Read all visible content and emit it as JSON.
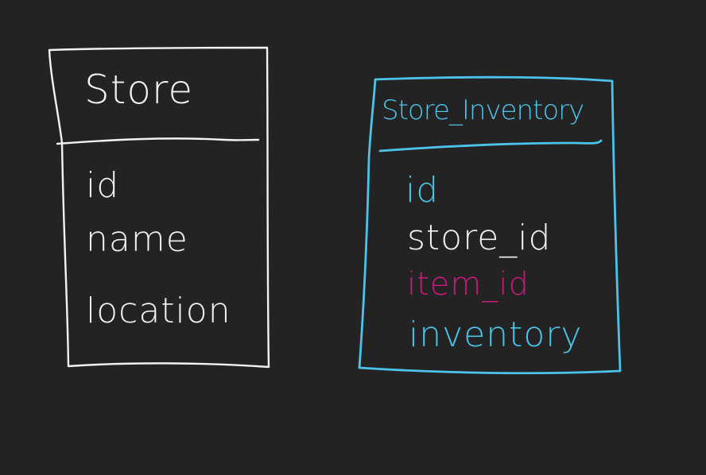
{
  "colors": {
    "background": "#232323",
    "store_stroke": "#f2f2f2",
    "inventory_stroke": "#4cc3ea",
    "foreign_key": "#c81a7a"
  },
  "store_table": {
    "title": "Store",
    "fields": [
      "id",
      "name",
      "location"
    ]
  },
  "inventory_table": {
    "title": "Store_Inventory",
    "fields": [
      {
        "label": "id",
        "color": "#4cc3ea"
      },
      {
        "label": "store_id",
        "color": "#f2f2f2"
      },
      {
        "label": "item_id",
        "color": "#c81a7a"
      },
      {
        "label": "inventory",
        "color": "#4cc3ea"
      }
    ]
  }
}
